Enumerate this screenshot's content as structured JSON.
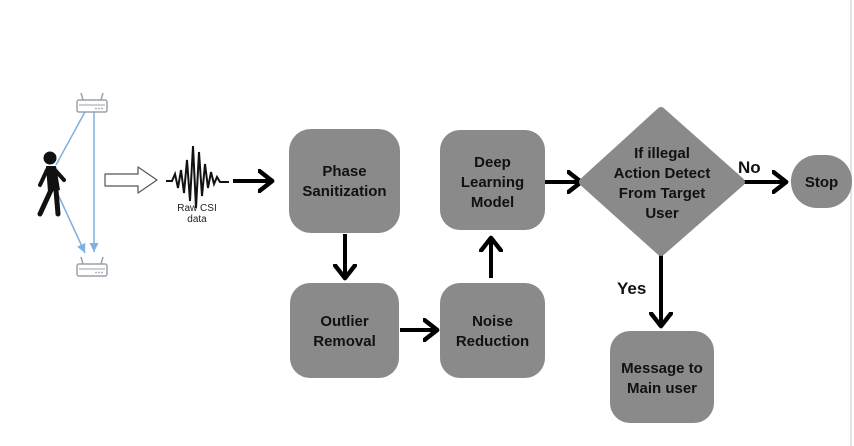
{
  "colors": {
    "node_fill": "#8a8a8a",
    "arrow": "#000000",
    "signal_line": "#7fb0e0",
    "router": "#9aa2ab",
    "person": "#111111"
  },
  "icons": {
    "router_top": "router-icon",
    "router_bottom": "router-icon",
    "person": "walking-person-icon",
    "hollow_arrow": "hollow-arrow-icon",
    "waveform": "csi-waveform-icon"
  },
  "raw_csi": {
    "line1": "Raw CSI",
    "line2": "data"
  },
  "nodes": {
    "phase": {
      "line1": "Phase",
      "line2": "Sanitization"
    },
    "outlier": {
      "line1": "Outlier",
      "line2": "Removal"
    },
    "noise": {
      "line1": "Noise",
      "line2": "Reduction"
    },
    "deep": {
      "line1": "Deep",
      "line2": "Learning",
      "line3": "Model"
    },
    "decision": {
      "line1": "If illegal",
      "line2": "Action Detect",
      "line3": "From Target",
      "line4": "User"
    },
    "stop": {
      "label": "Stop"
    },
    "message": {
      "line1": "Message to",
      "line2": "Main user"
    }
  },
  "edges": {
    "no_label": "No",
    "yes_label": "Yes"
  }
}
